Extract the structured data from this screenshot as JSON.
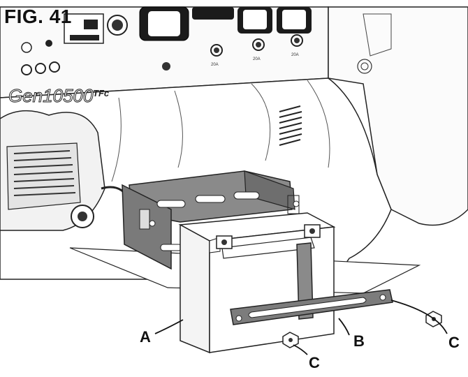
{
  "figure": {
    "title": "FIG. 41"
  },
  "generator": {
    "model_main": "Gen10500",
    "model_suffix": "TFc",
    "amp_label_1": "20A",
    "amp_label_2": "20A",
    "amp_label_3": "20A"
  },
  "callouts": {
    "a": "A",
    "b": "B",
    "c_right": "C",
    "c_bottom": "C"
  }
}
